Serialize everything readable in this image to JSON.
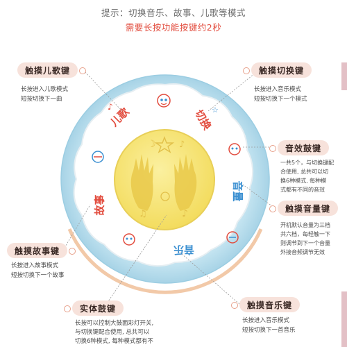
{
  "hint": {
    "line1": "提示：切换音乐、故事、儿歌等模式",
    "line2": "需要长按功能按键约2秒"
  },
  "labels": {
    "nursery": {
      "title": "触摸儿歌键",
      "desc": "长按进入儿歌模式\n短按切换下一曲"
    },
    "mode": {
      "title": "触摸切换键",
      "desc": "长按进入音乐模式\n短按切换下一个模式"
    },
    "sound": {
      "title": "音效鼓键",
      "desc": "一共5个，与切换键配\n合使用, 总共可以切\n换6种模式, 每种模\n式都有不同的音效"
    },
    "volume": {
      "title": "触摸音量键",
      "desc": "开机默认音量为三档\n共六档，每轻触一下\n则调节到下一个音量\n外接音频调节无效"
    },
    "story": {
      "title": "触摸故事键",
      "desc": "长按进入故事模式\n短按切换下一个故事"
    },
    "drum": {
      "title": "实体鼓键",
      "desc": "长按可以控制大鼓面彩灯开关,\n与切换键配合使用, 总共可以\n切换6种模式, 每种模式都有不"
    },
    "music": {
      "title": "触摸音乐键",
      "desc": "长按进入音乐模式\n短按切换下一首音乐"
    }
  },
  "device": {
    "rim_labels": {
      "nursery": "儿歌",
      "mode": "切换",
      "volume": "音量",
      "story": "故事",
      "music": "音乐"
    }
  },
  "colors": {
    "pill": "#f7e2db",
    "accent_red": "#e24b3d",
    "drum_yellow": "#f6e27a",
    "rim_blue": "#bfe1ef"
  }
}
